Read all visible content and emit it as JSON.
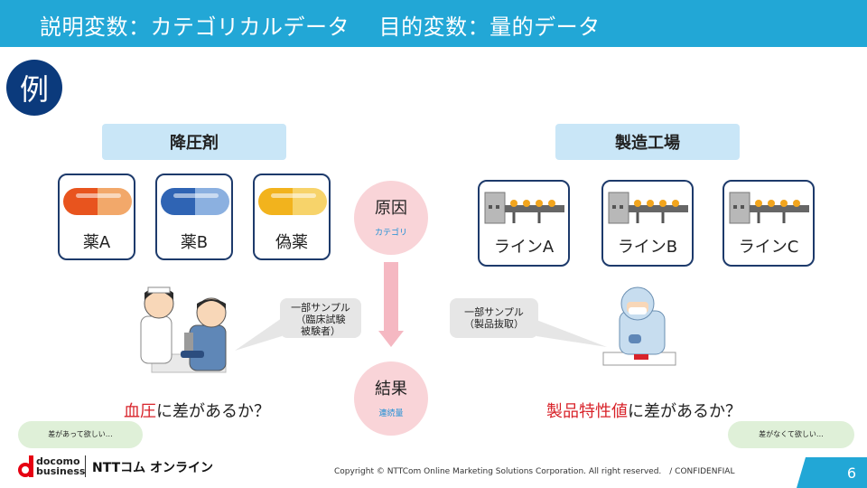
{
  "header": {
    "title": "説明変数：カテゴリカルデータ　 目的変数：量的データ"
  },
  "example_badge": "例",
  "left": {
    "section_label": "降圧剤",
    "drugs": [
      {
        "label": "薬A",
        "colors": [
          "#e8541e",
          "#f2a86a"
        ]
      },
      {
        "label": "薬B",
        "colors": [
          "#2f64b4",
          "#8bb0e0"
        ]
      },
      {
        "label": "偽薬",
        "colors": [
          "#f2b31d",
          "#f7d36a"
        ]
      }
    ],
    "sample_bubble": [
      "一部サンプル",
      "（臨床試験",
      "被験者）"
    ],
    "question_red": "血圧",
    "question_rest": "に差があるか？",
    "cloud": "差があって欲しい…"
  },
  "right": {
    "section_label": "製造工場",
    "lines": [
      {
        "label": "ラインA"
      },
      {
        "label": "ラインB"
      },
      {
        "label": "ラインC"
      }
    ],
    "sample_bubble": [
      "一部サンプル",
      "（製品抜取）"
    ],
    "question_red": "製品特性値",
    "question_rest": "に差があるか？",
    "cloud": "差がなくて欲しい…"
  },
  "center": {
    "cause_title": "原因",
    "cause_sub": "カテゴリ",
    "result_title": "結果",
    "result_sub": "連続量"
  },
  "footer": {
    "logo_top": "docomo",
    "logo_bottom": "business",
    "logo_brand": "NTTコム オンライン",
    "copyright": "Copyright © NTTCom Online Marketing Solutions Corporation. All right reserved.　/ CONFIDENFIAL",
    "page": "6"
  },
  "colors": {
    "header": "#22a7d6",
    "badge": "#0b3a7c",
    "accent_red": "#d8232a",
    "card_border": "#1d3a6b"
  }
}
